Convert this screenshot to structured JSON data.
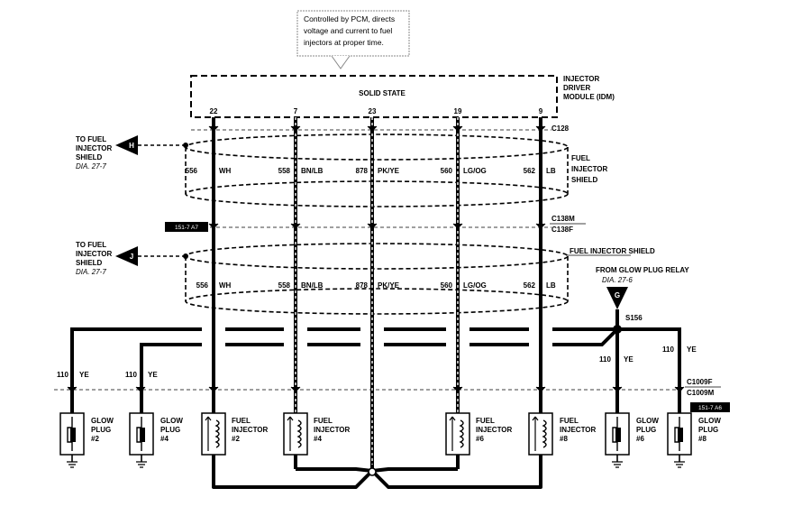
{
  "callout": {
    "line1": "Controlled by PCM, directs",
    "line2": "voltage and current to fuel",
    "line3": "injectors at proper time."
  },
  "idm": {
    "name_line1": "INJECTOR",
    "name_line2": "DRIVER",
    "name_line3": "MODULE (IDM)",
    "body_label": "SOLID STATE",
    "pins": [
      "22",
      "7",
      "23",
      "19",
      "9"
    ]
  },
  "connectors": {
    "c128": "C128",
    "c138m": "C138M",
    "c138f": "C138F",
    "c1009f": "C1009F",
    "c1009m": "C1009M"
  },
  "shield_upper": {
    "line1": "FUEL",
    "line2": "INJECTOR",
    "line3": "SHIELD"
  },
  "shield_lower": {
    "label": "FUEL INJECTOR SHIELD"
  },
  "shield_refs": {
    "h": {
      "letter": "H",
      "line1": "TO FUEL",
      "line2": "INJECTOR",
      "line3": "SHIELD",
      "dia": "DIA. 27-7"
    },
    "j": {
      "letter": "J",
      "line1": "TO FUEL",
      "line2": "INJECTOR",
      "line3": "SHIELD",
      "dia": "DIA. 27-7"
    }
  },
  "wires_upper": [
    {
      "circuit": "556",
      "color": "WH"
    },
    {
      "circuit": "558",
      "color": "BN/LB"
    },
    {
      "circuit": "878",
      "color": "PK/YE"
    },
    {
      "circuit": "560",
      "color": "LG/OG"
    },
    {
      "circuit": "562",
      "color": "LB"
    }
  ],
  "wires_lower": [
    {
      "circuit": "556",
      "color": "WH"
    },
    {
      "circuit": "558",
      "color": "BN/LB"
    },
    {
      "circuit": "878",
      "color": "PK/YE"
    },
    {
      "circuit": "560",
      "color": "LG/OG"
    },
    {
      "circuit": "562",
      "color": "LB"
    }
  ],
  "page_refs": {
    "upper": "151-7 A7",
    "lower": "151-7 A6"
  },
  "glow_relay": {
    "letter": "G",
    "label": "FROM GLOW PLUG RELAY",
    "dia": "DIA. 27-6",
    "splice": "S156"
  },
  "ye_wires": [
    {
      "circuit": "110",
      "color": "YE"
    },
    {
      "circuit": "110",
      "color": "YE"
    },
    {
      "circuit": "110",
      "color": "YE"
    },
    {
      "circuit": "110",
      "color": "YE"
    }
  ],
  "components": [
    {
      "line1": "GLOW",
      "line2": "PLUG",
      "num": "#2"
    },
    {
      "line1": "GLOW",
      "line2": "PLUG",
      "num": "#4"
    },
    {
      "line1": "FUEL",
      "line2": "INJECTOR",
      "num": "#2"
    },
    {
      "line1": "FUEL",
      "line2": "INJECTOR",
      "num": "#4"
    },
    {
      "line1": "FUEL",
      "line2": "INJECTOR",
      "num": "#6"
    },
    {
      "line1": "FUEL",
      "line2": "INJECTOR",
      "num": "#8"
    },
    {
      "line1": "GLOW",
      "line2": "PLUG",
      "num": "#6"
    },
    {
      "line1": "GLOW",
      "line2": "PLUG",
      "num": "#8"
    }
  ]
}
